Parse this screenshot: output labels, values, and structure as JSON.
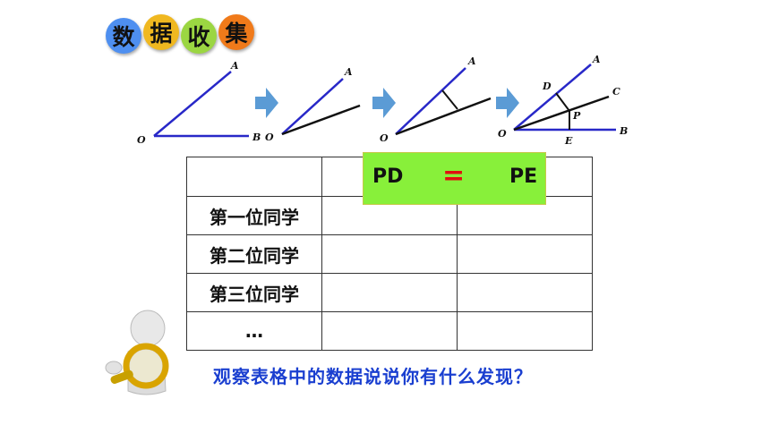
{
  "title": {
    "chars": [
      {
        "text": "数",
        "color": "#4e8ff0"
      },
      {
        "text": "据",
        "color": "#f0b820"
      },
      {
        "text": "收",
        "color": "#9bd642"
      },
      {
        "text": "集",
        "color": "#f07a1a"
      }
    ]
  },
  "diagram": {
    "step1_labels": {
      "a": "A",
      "o": "O",
      "b": "B"
    },
    "step2_labels": {
      "a": "A",
      "o": "O"
    },
    "step3_labels": {
      "a": "A",
      "o": "O"
    },
    "step4_labels": {
      "a": "A",
      "o": "O",
      "b": "B",
      "c": "C",
      "d": "D",
      "e": "E",
      "p": "P"
    },
    "arrow_color": "#5b9bd5",
    "ray_color": "#2828c8"
  },
  "table": {
    "rows": [
      [
        "",
        "",
        ""
      ],
      [
        "第一位同学",
        "",
        ""
      ],
      [
        "第二位同学",
        "",
        ""
      ],
      [
        "第三位同学",
        "",
        ""
      ],
      [
        "…",
        "",
        ""
      ]
    ]
  },
  "highlight": {
    "left": "PD",
    "eq": "=",
    "right": "PE",
    "color": "#88f03a"
  },
  "question": "观察表格中的数据说说你有什么发现？"
}
